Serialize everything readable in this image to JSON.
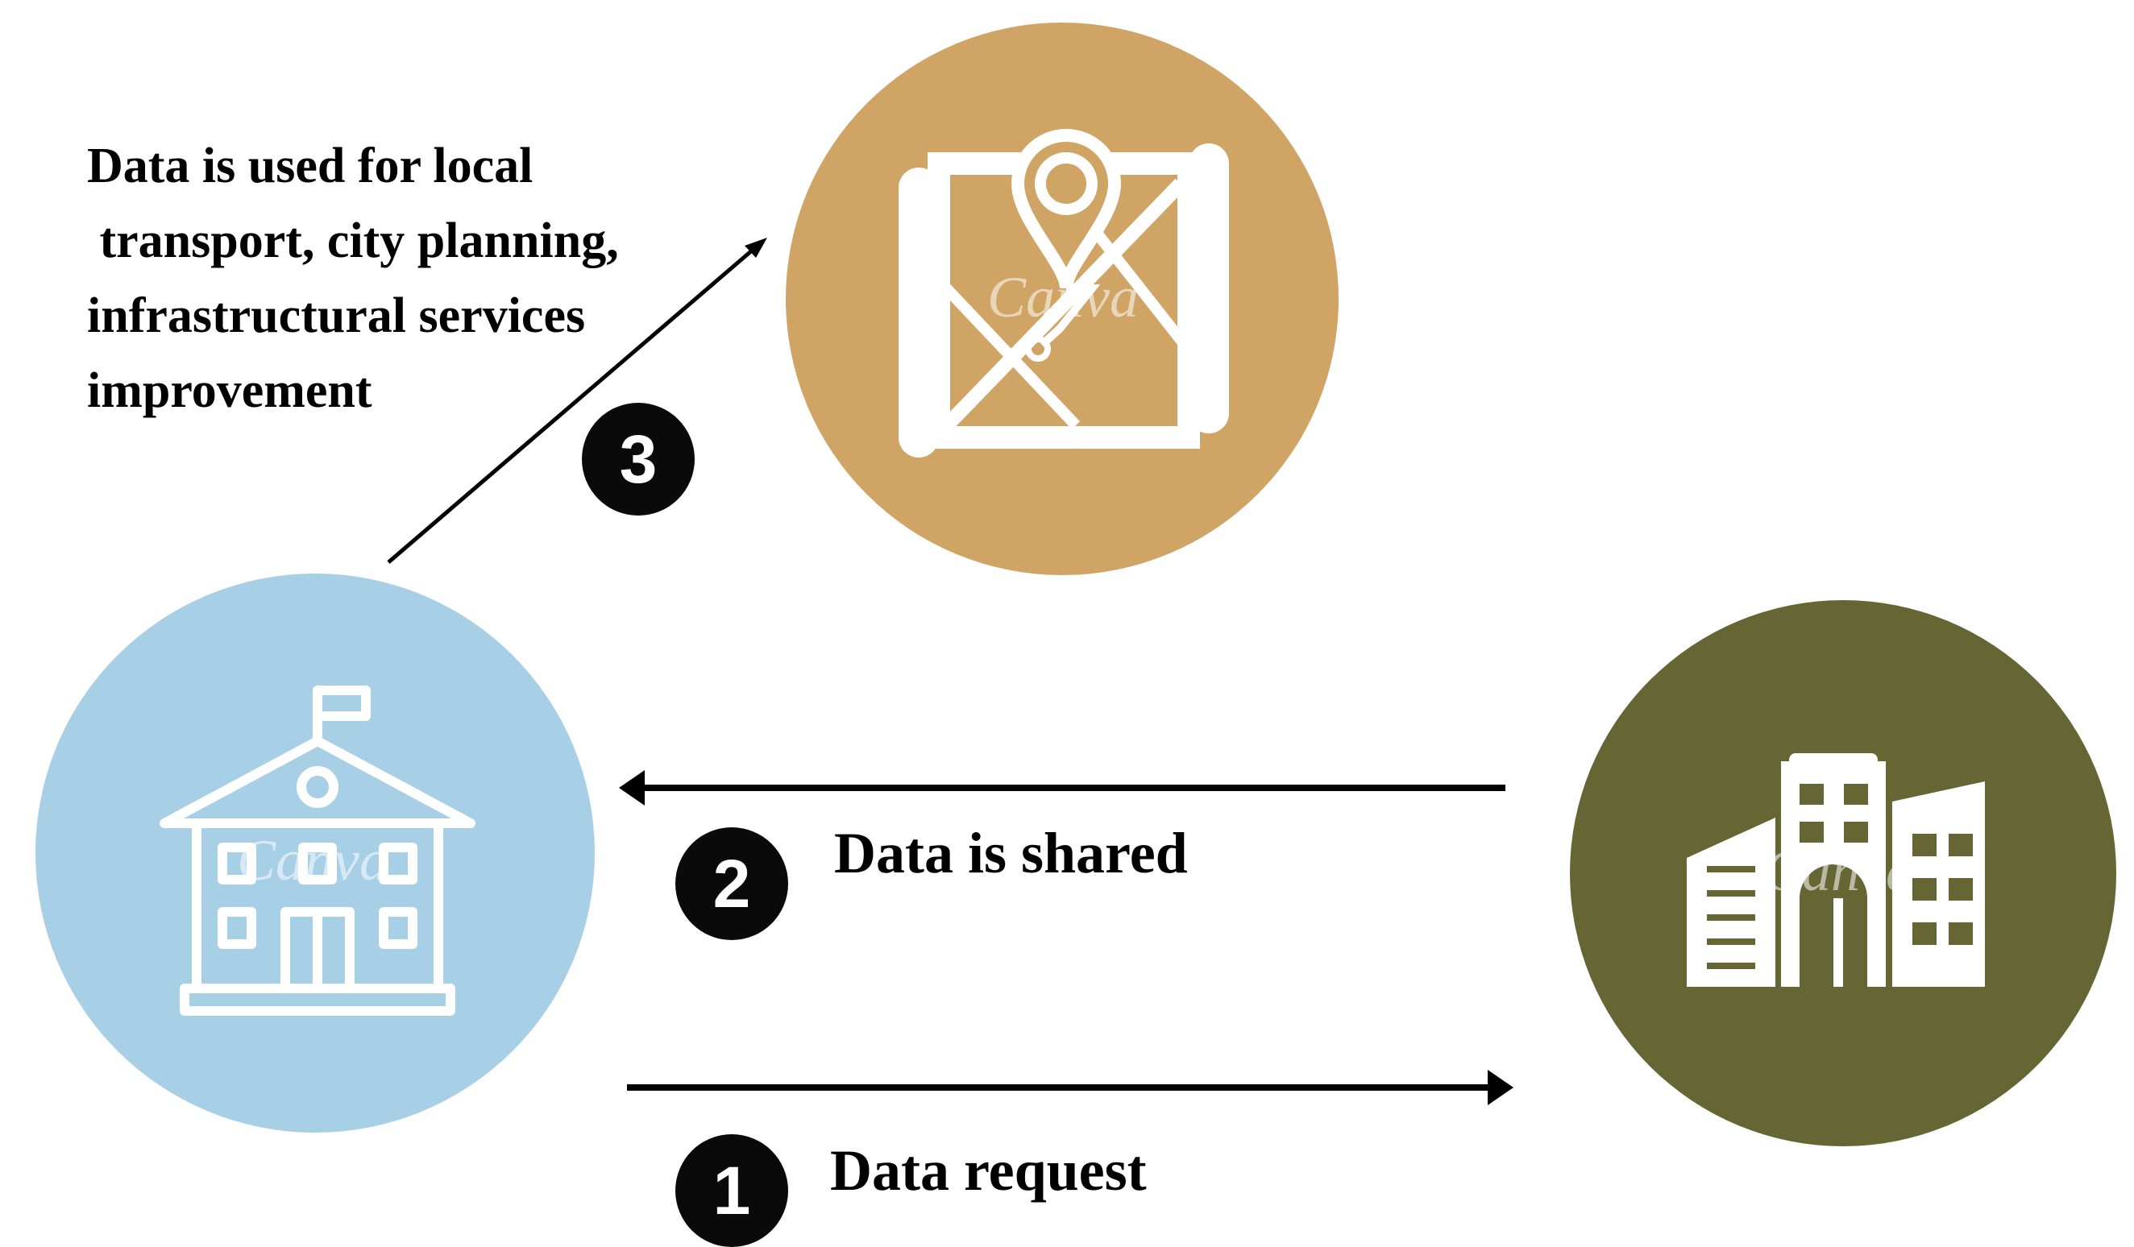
{
  "steps": [
    {
      "number": "1",
      "label": "Data request"
    },
    {
      "number": "2",
      "label": "Data is shared"
    },
    {
      "number": "3",
      "label": ""
    }
  ],
  "description_lines": [
    "Data is used for local",
    " transport, city planning,",
    "infrastructural services",
    "improvement"
  ],
  "watermark": "Canva",
  "nodes": {
    "school": {
      "icon": "school-building-icon",
      "color": "#a7cfe6"
    },
    "map": {
      "icon": "map-location-pin-icon",
      "color": "#cfa464"
    },
    "company": {
      "icon": "office-buildings-icon",
      "color": "#656633"
    }
  }
}
